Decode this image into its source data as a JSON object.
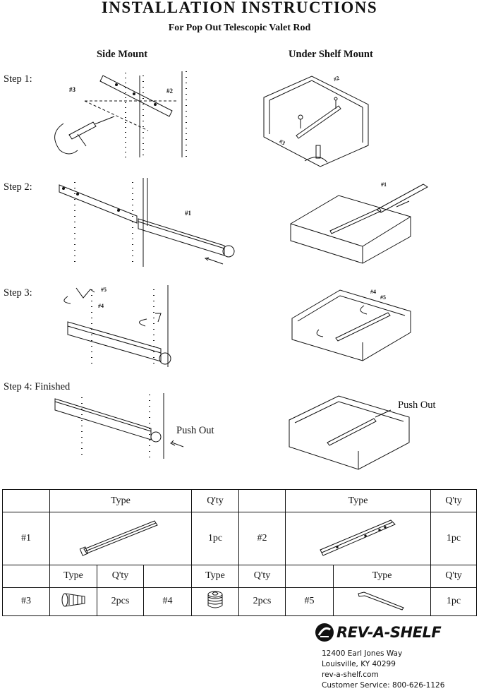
{
  "header": {
    "title": "INSTALLATION  INSTRUCTIONS",
    "subtitle": "For Pop Out Telescopic Valet Rod"
  },
  "columns": {
    "left": "Side Mount",
    "right": "Under Shelf Mount"
  },
  "steps": [
    {
      "label": "Step 1:"
    },
    {
      "label": "Step 2:"
    },
    {
      "label": "Step 3:"
    },
    {
      "label": "Step 4: Finished"
    }
  ],
  "callouts": {
    "push_out_side": "Push Out",
    "push_out_under": "Push Out",
    "s1_part3": "#3",
    "s1_part2": "#2",
    "s1_shelf_part2": "#2",
    "s1_shelf_part3": "#3",
    "s2_part1": "#1",
    "s2_shelf_part1": "#1",
    "s3_part5": "#5",
    "s3_part4": "#4",
    "s3_shelf_part4": "#4",
    "s3_shelf_part5": "#5"
  },
  "parts_table": {
    "header_type": "Type",
    "header_qty": "Q'ty",
    "items": [
      {
        "id": "#1",
        "qty": "1pc",
        "icon": "rod-icon"
      },
      {
        "id": "#2",
        "qty": "1pc",
        "icon": "bracket-icon"
      },
      {
        "id": "#3",
        "qty": "2pcs",
        "icon": "screw-icon"
      },
      {
        "id": "#4",
        "qty": "2pcs",
        "icon": "set-screw-icon"
      },
      {
        "id": "#5",
        "qty": "1pc",
        "icon": "allen-wrench-icon"
      }
    ]
  },
  "company": {
    "logo_text": "REV-A-SHELF",
    "address_line1": "12400 Earl Jones Way",
    "address_line2": "Louisville, KY 40299",
    "website": "rev-a-shelf.com",
    "phone": "Customer Service: 800-626-1126"
  }
}
